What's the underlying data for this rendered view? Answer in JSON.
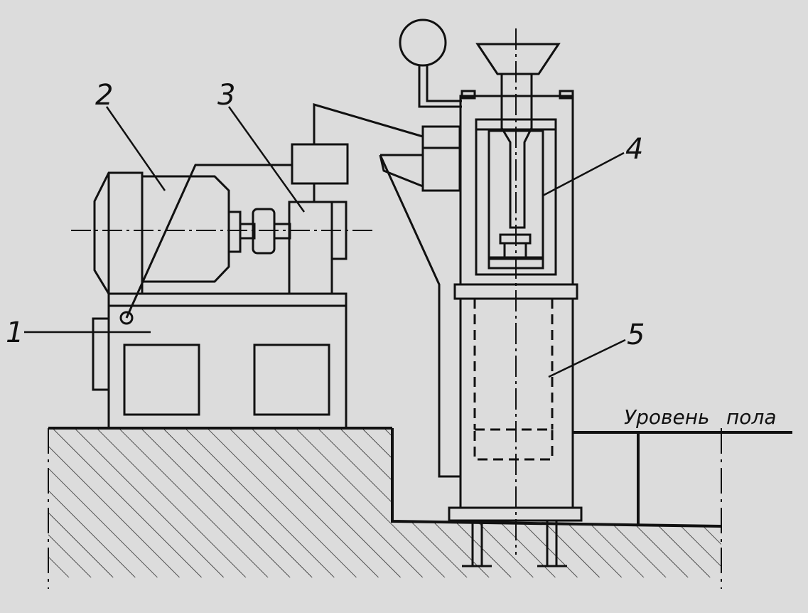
{
  "colors": {
    "paper": "#dcdcdc",
    "ink": "#111111"
  },
  "labels": {
    "part_1": "1",
    "part_2": "2",
    "part_3": "3",
    "part_4": "4",
    "part_5": "5",
    "floor_word_1": "Уровень",
    "floor_word_2": "пола"
  }
}
